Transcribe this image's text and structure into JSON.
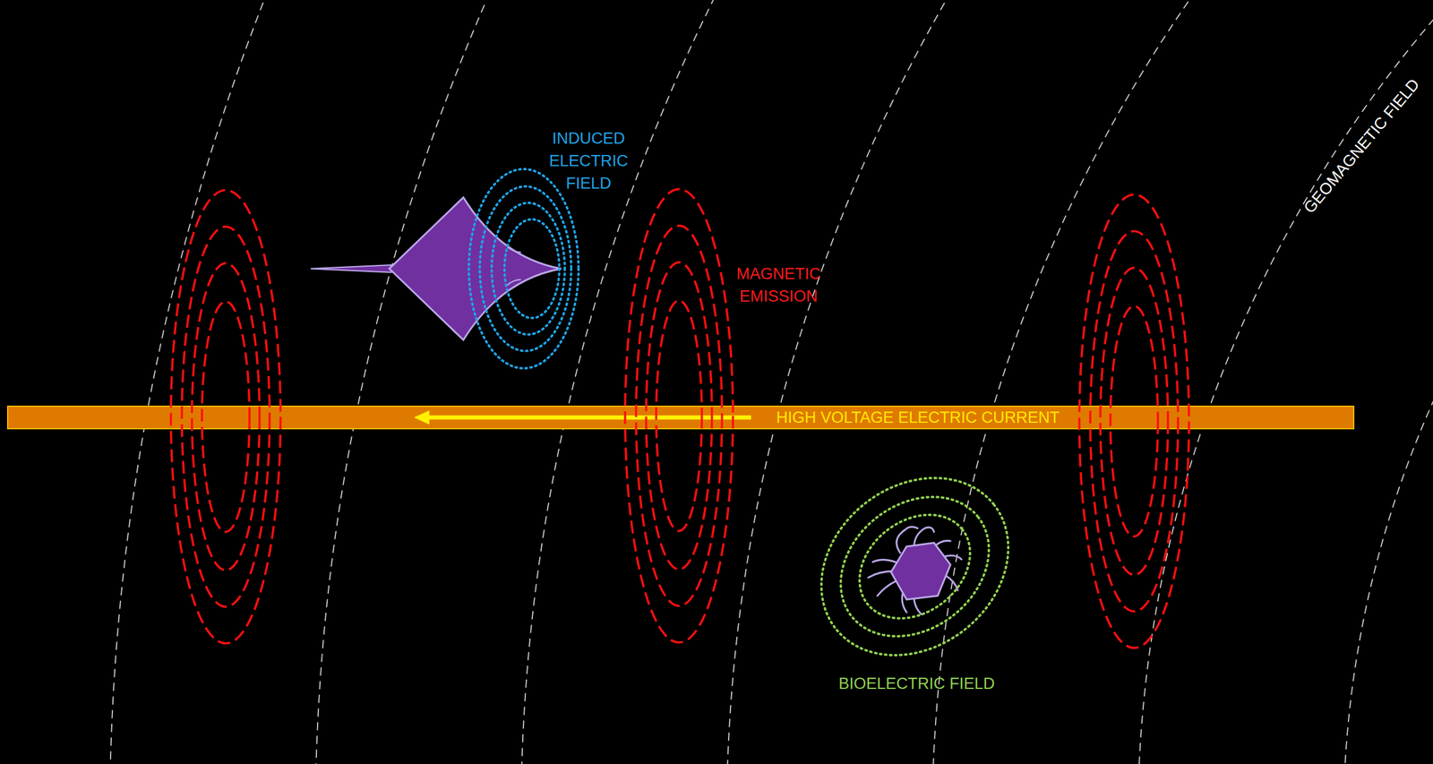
{
  "diagram": {
    "nodes": [
      {
        "text": [
          "HIGH VOLTAGE ELECTRIC CURRENT"
        ]
      }
    ],
    "labels": [
      "INDUCED ELECTRIC FIELD",
      "MAGNETIC EMISSION",
      "BIOELECTRIC FIELD",
      "GEOMAGNETIC FIELD"
    ]
  }
}
